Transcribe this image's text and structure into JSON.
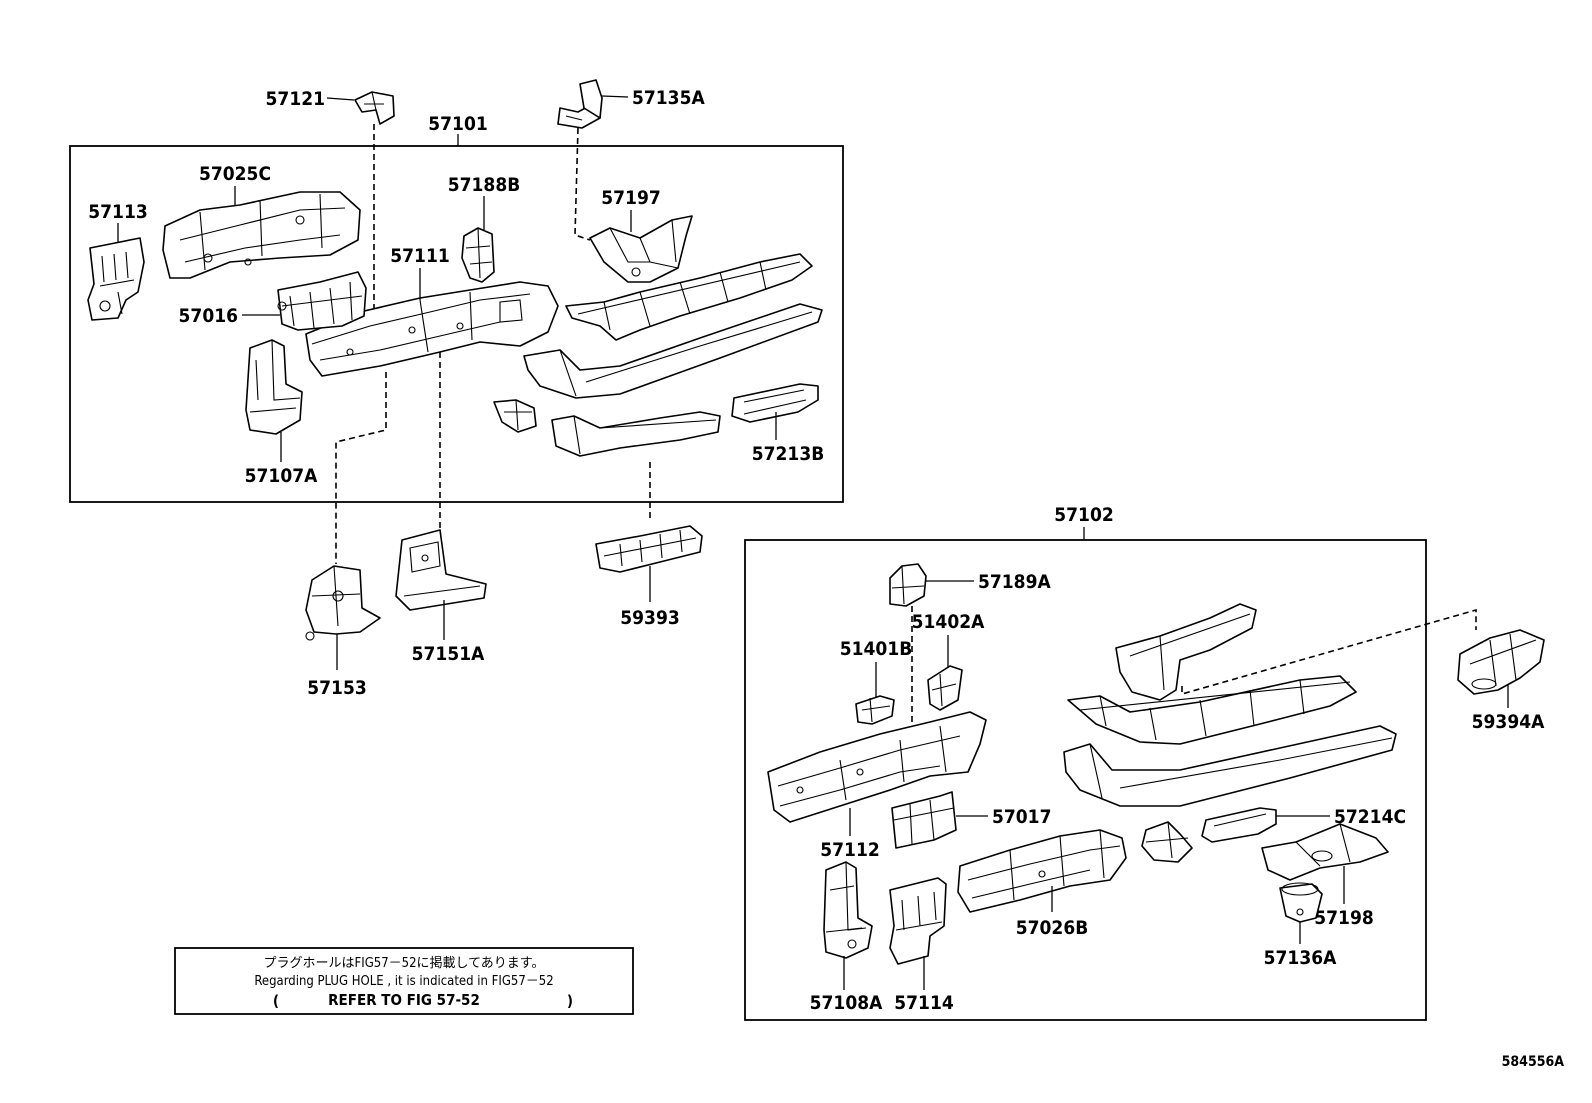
{
  "groups": {
    "upper": "57101",
    "lower": "57102"
  },
  "upper_labels": {
    "l57121": "57121",
    "l57135A": "57135A",
    "l57025C": "57025C",
    "l57113": "57113",
    "l57188B": "57188B",
    "l57197": "57197",
    "l57111": "57111",
    "l57016": "57016",
    "l57107A": "57107A",
    "l57213B": "57213B",
    "l57153": "57153",
    "l57151A": "57151A",
    "l59393": "59393"
  },
  "lower_labels": {
    "l57189A": "57189A",
    "l51402A": "51402A",
    "l51401B": "51401B",
    "l59394A": "59394A",
    "l57017": "57017",
    "l57214C": "57214C",
    "l57112": "57112",
    "l57198": "57198",
    "l57026B": "57026B",
    "l57136A": "57136A",
    "l57108A": "57108A",
    "l57114": "57114"
  },
  "note": {
    "line1": "プラグホールはFIG57－52に掲載してあります。",
    "line2": "Regarding PLUG HOLE , it is indicated in FIG57－52",
    "line3_open": "(",
    "line3_text": "REFER TO FIG 57-52",
    "line3_close": ")"
  },
  "figure_code": "584556A"
}
